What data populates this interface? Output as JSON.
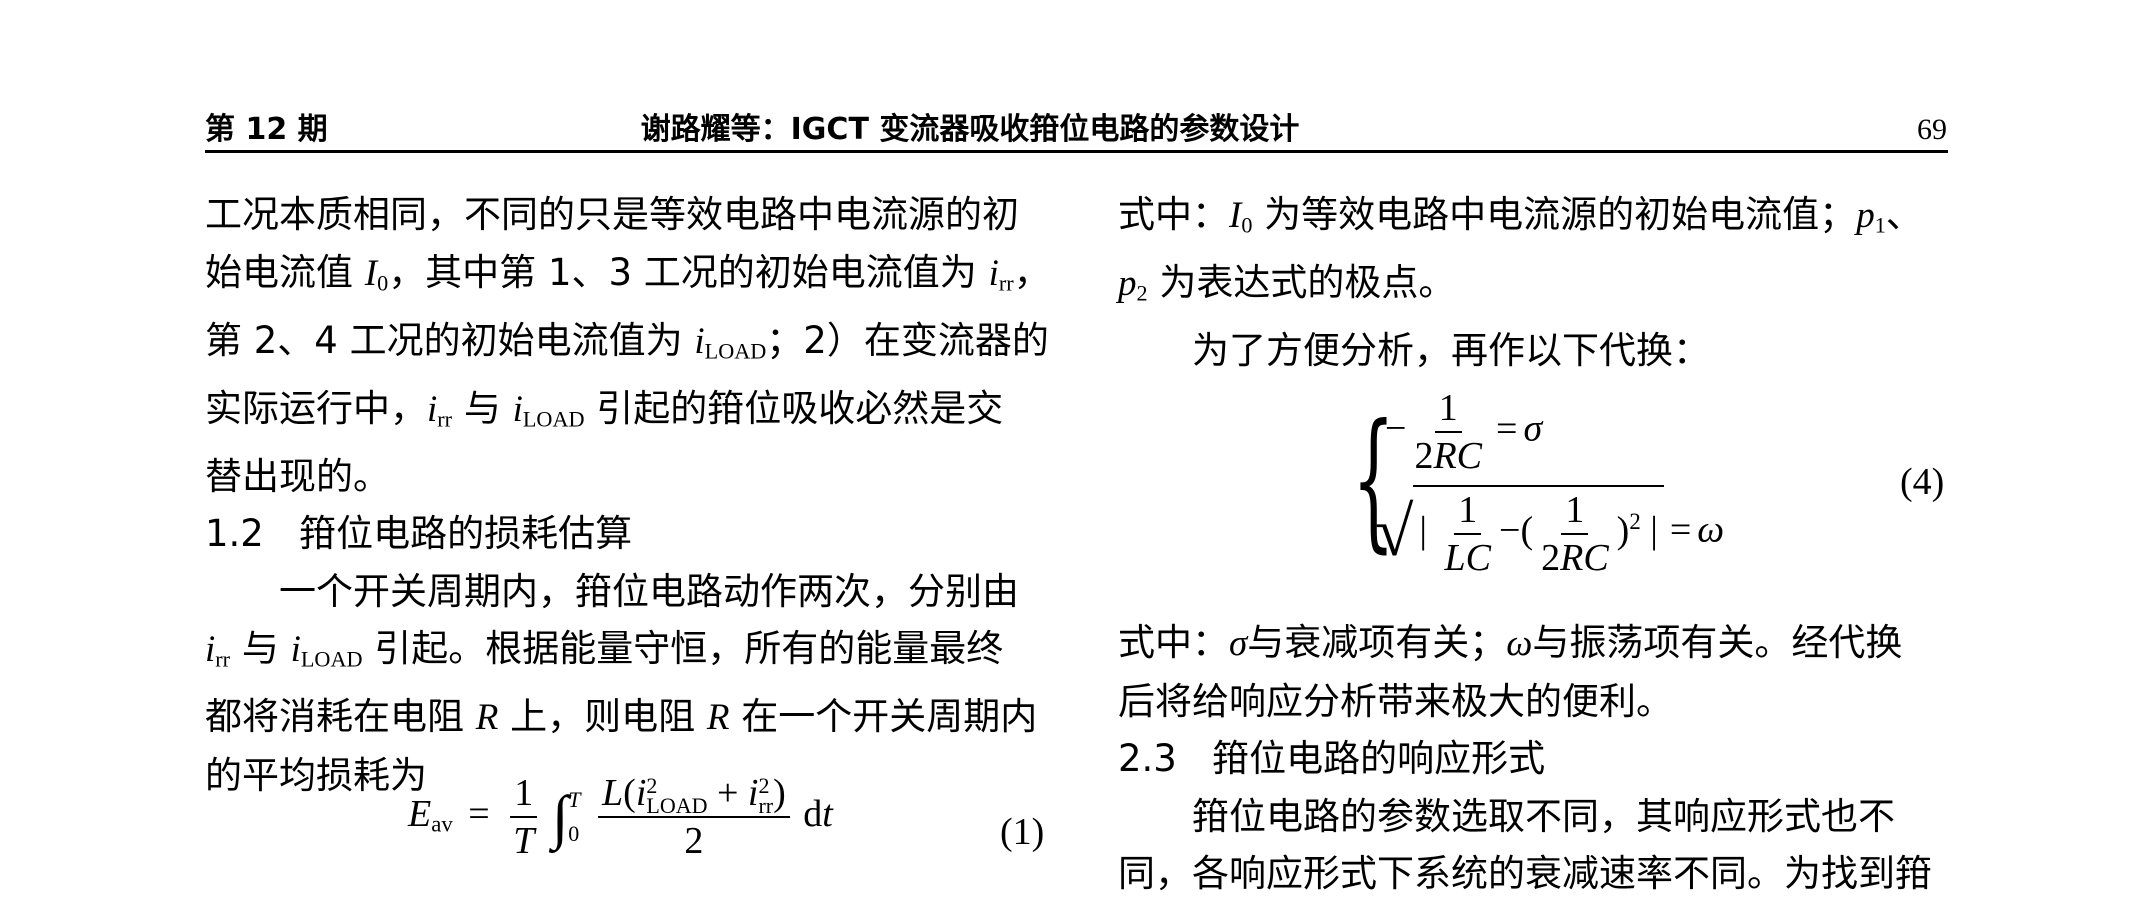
{
  "header": {
    "issue": "第 12 期",
    "title": "谢路耀等：IGCT 变流器吸收箝位电路的参数设计",
    "page": "69"
  },
  "left": {
    "p1a": "工况本质相同，不同的只是等效电路中电流源的初",
    "p1b_1": "始电流值 ",
    "p1b_2": "，其中第 1、3 工况的初始电流值为 ",
    "p1b_3": "，",
    "p1c_1": "第 2、4 工况的初始电流值为 ",
    "p1c_2": "；2）在变流器的",
    "p1d_1": "实际运行中，",
    "p1d_2": " 与 ",
    "p1d_3": " 引起的箝位吸收必然是交",
    "p1e": "替出现的。",
    "sec_num": "1.2",
    "sec_title": "箝位电路的损耗估算",
    "p2a": "一个开关周期内，箝位电路动作两次，分别由",
    "p2b_1": " 与 ",
    "p2b_2": " 引起。根据能量守恒，所有的能量最终",
    "p2c_1": "都将消耗在电阻 ",
    "p2c_2": " 上，则电阻 ",
    "p2c_3": " 在一个开关周期内",
    "p2d": "的平均损耗为",
    "eq1_no": "(1)"
  },
  "right": {
    "p1a_1": "式中：",
    "p1a_2": " 为等效电路中电流源的初始电流值；",
    "p1a_3": "、",
    "p1b_2": " 为表达式的极点。",
    "p2": "为了方便分析，再作以下代换：",
    "eq4_no": "(4)",
    "p3a_1": "式中：",
    "p3a_2": "与衰减项有关；",
    "p3a_3": "与振荡项有关。经代换",
    "p3b": "后将给响应分析带来极大的便利。",
    "sec_num": "2.3",
    "sec_title": "箝位电路的响应形式",
    "p4a": "箝位电路的参数选取不同，其响应形式也不",
    "p4b": "同，各响应形式下系统的衰减速率不同。为找到箝"
  },
  "sym": {
    "I": "I",
    "zero": "0",
    "i": "i",
    "rr": "rr",
    "load": "LOAD",
    "R": "R",
    "p": "p",
    "one": "1",
    "two": "2",
    "sigma": "σ",
    "omega": "ω"
  }
}
